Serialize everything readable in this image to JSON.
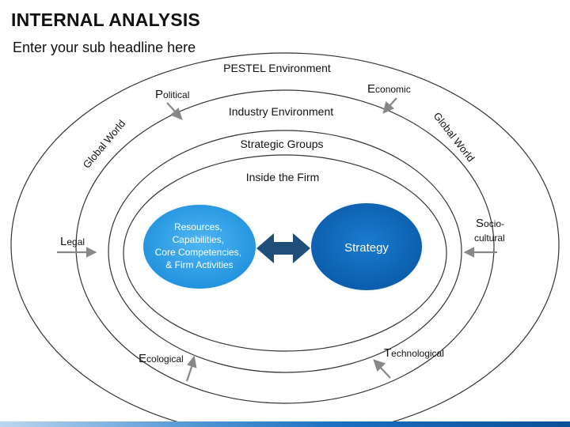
{
  "header": {
    "title": "INTERNAL ANALYSIS",
    "subtitle": "Enter your sub headline here"
  },
  "rings": {
    "pestel": "PESTEL Environment",
    "industry": "Industry Environment",
    "strategic_groups": "Strategic Groups",
    "inside_firm": "Inside the Firm",
    "global_world_left": "Global World",
    "global_world_right": "Global World"
  },
  "factors": {
    "political": {
      "initial": "P",
      "rest": "olitical"
    },
    "economic": {
      "initial": "E",
      "rest": "conomic"
    },
    "legal": {
      "initial": "L",
      "rest": "egal"
    },
    "socio_line1": {
      "initial": "S",
      "rest": "ocio-"
    },
    "socio_line2": "cultural",
    "ecological": {
      "initial": "E",
      "rest": "cological"
    },
    "technological": {
      "initial": "T",
      "rest": "echnological"
    }
  },
  "core": {
    "resources_lines": [
      "Resources,",
      "Capabilities,",
      "Core Competencies,",
      "& Firm Activities"
    ],
    "strategy": "Strategy"
  },
  "colors": {
    "ring_stroke": "#333333",
    "arrow_gray": "#888888",
    "resources_fill": "#33a3e8",
    "strategy_fill": "#0e6cc0",
    "double_arrow": "#1f4e79"
  }
}
